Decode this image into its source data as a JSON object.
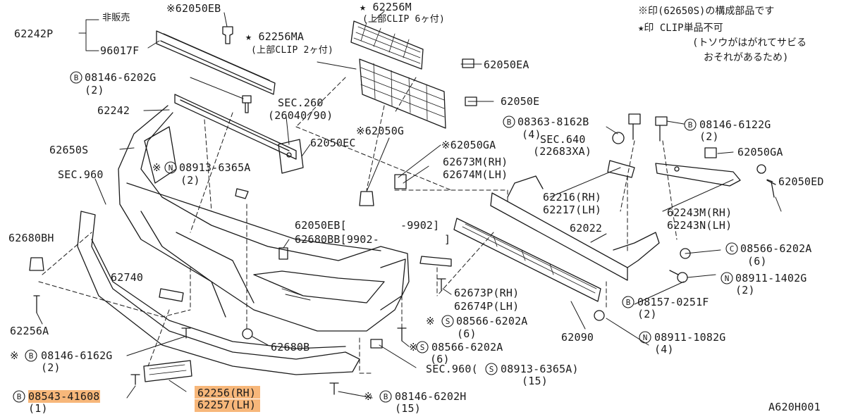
{
  "notes": {
    "line1": "※印(62650S)の構成部品です",
    "line2": "★印 CLIP単品不可",
    "line3": "(トソウがはがれてサビる",
    "line4": "おそれがあるため)"
  },
  "diagram_code": "A620H001",
  "labels": {
    "hanbaiku": "非販売",
    "p62242P": "62242P",
    "p96017F": "96017F",
    "p62050EB_top": "※62050EB",
    "p62256MA": "★ 62256MA",
    "p62256MA_note": "(上部CLIP 2ヶ付)",
    "p62256M": "★ 62256M",
    "p62256M_note": "(上部CLIP 6ヶ付)",
    "p62050EA": "62050EA",
    "p62050E": "62050E",
    "b08146_6202G": "08146-6202G",
    "b08146_6202G_qty": "(2)",
    "p62242": "62242",
    "sec260": "SEC.260",
    "sec260_sub": "(26040/90)",
    "p62050EC": "62050EC",
    "p62650S": "62650S",
    "p62050G": "※62050G",
    "p62050GA_mid": "※62050GA",
    "n08913_6365A": "08913-6365A",
    "n08913_6365A_prefix": "※",
    "n08913_6365A_qty": "(2)",
    "sec960_left": "SEC.960",
    "p62673M": "62673M(RH)",
    "p62674M": "62674M(LH)",
    "b08363_8162B": "08363-8162B",
    "b08363_8162B_qty": "(4)",
    "sec640": "SEC.640",
    "sec640_sub": "(22683XA)",
    "b08146_6122G": "08146-6122G",
    "b08146_6122G_qty": "(2)",
    "p62050GA_right": "62050GA",
    "p62050ED": "62050ED",
    "p62216": "62216(RH)",
    "p62217": "62217(LH)",
    "p62243M": "62243M(RH)",
    "p62243N": "62243N(LH)",
    "p62022": "62022",
    "p62680BH": "62680BH",
    "p62050EB_mid": "62050EB[",
    "p9902a": "-9902]",
    "p62680BB": "62680BB[9902-",
    "p9902b": "]",
    "c08566_6202A_right": "08566-6202A",
    "c08566_6202A_right_qty": "(6)",
    "n08911_1402G": "08911-1402G",
    "n08911_1402G_qty": "(2)",
    "p62740": "62740",
    "p62673P": "62673P(RH)",
    "p62674P": "62674P(LH)",
    "b08157_0251F": "08157-0251F",
    "b08157_0251F_qty": "(2)",
    "p62256A": "62256A",
    "s08566_6202A_a": "08566-6202A",
    "s08566_6202A_a_qty": "(6)",
    "p62090": "62090",
    "n08911_1082G": "08911-1082G",
    "n08911_1082G_qty": "(4)",
    "p62680B": "62680B",
    "s08566_6202A_b": "08566-6202A",
    "s08566_6202A_b_qty": "(6)",
    "b08146_6162G": "08146-6162G",
    "b08146_6162G_qty": "(2)",
    "sec960_bottom": "SEC.960(",
    "s08913_6365A": "08913-6365A)",
    "s08913_6365A_qty": "(15)",
    "b08543_41608": "08543-41608",
    "b08543_41608_qty": "(1)",
    "p62256": "62256(RH)",
    "p62257": "62257(LH)",
    "b08146_6202H": "08146-6202H",
    "b08146_6202H_qty": "(15)"
  },
  "colors": {
    "ink": "#1a1a1a",
    "highlight": "#f7b77a"
  }
}
